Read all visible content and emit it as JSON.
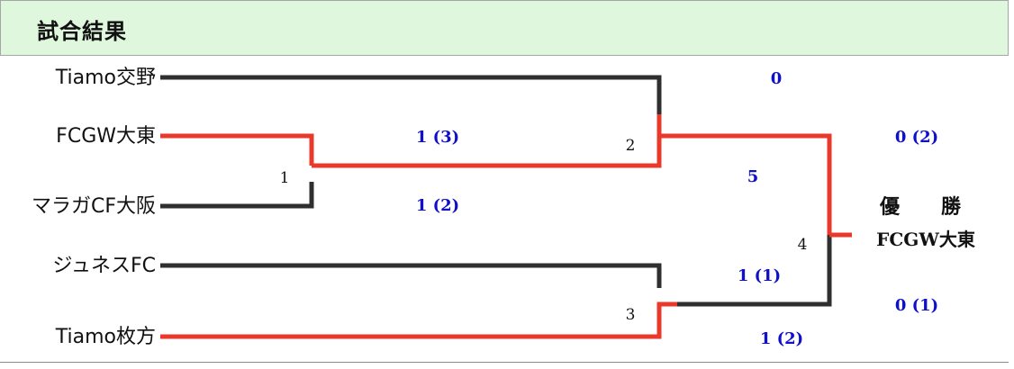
{
  "header": {
    "title": "試合結果"
  },
  "teams": [
    "Tiamo交野",
    "FCGW大東",
    "マラガCF大阪",
    "ジュネスFC",
    "Tiamo枚方"
  ],
  "match_numbers": [
    "1",
    "2",
    "3",
    "4"
  ],
  "scores": {
    "m1_top": "1 (3)",
    "m1_bottom": "1 (2)",
    "m2_top": "0",
    "m2_bottom": "5",
    "m3_top": "1 (1)",
    "m3_bottom": "1 (2)",
    "final_top": "0 (2)",
    "final_bottom": "0 (1)"
  },
  "winner": {
    "title": "優　勝",
    "name": "FCGW大東"
  },
  "colors": {
    "winner_path": "#e8392b",
    "loser_path": "#2f2f2f",
    "score_text": "#1010c8",
    "header_bg": "#dff7dd"
  }
}
